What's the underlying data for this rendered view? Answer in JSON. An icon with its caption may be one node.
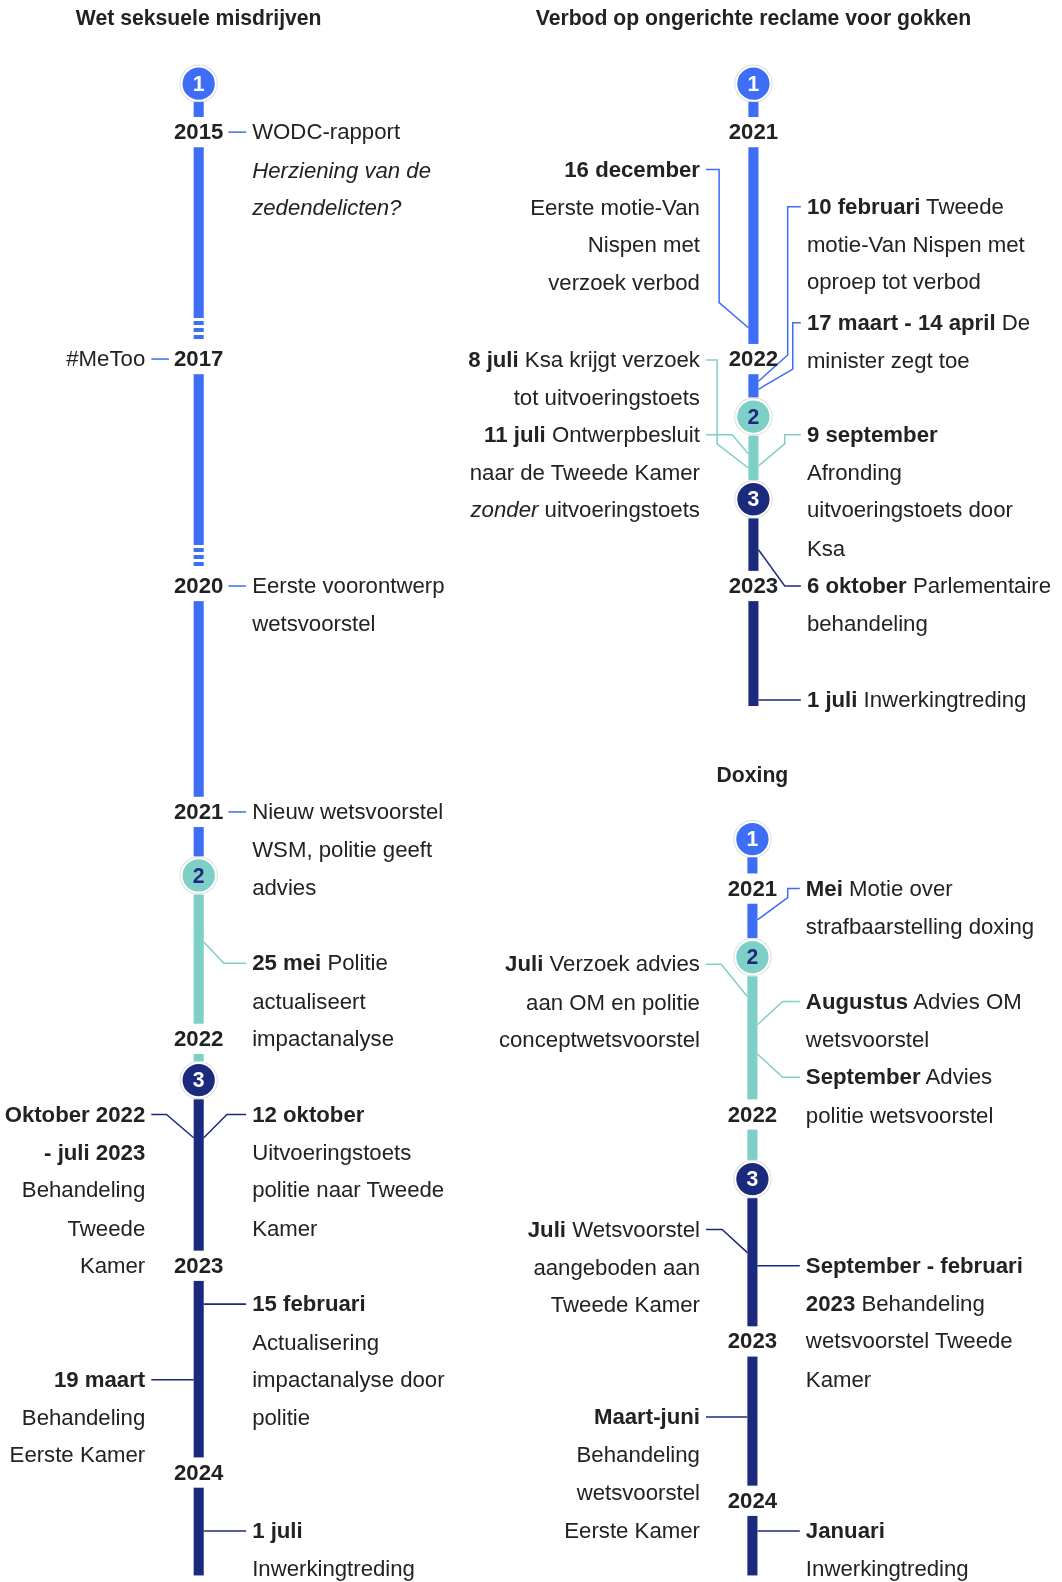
{
  "diagram": {
    "nodes": [
      {
        "text": [
          "1"
        ]
      },
      {
        "text": [
          "WODC-rapport *Herziening van de zedendelicten?*"
        ]
      },
      {
        "text": [
          "#MeToo"
        ]
      },
      {
        "text": [
          "Eerste voorontwerp wetsvoorstel"
        ]
      },
      {
        "text": [
          "Nieuw wetsvoorstel WSM, politie geeft advies"
        ]
      },
      {
        "text": [
          "2"
        ]
      },
      {
        "text": [
          "**25 mei** Politie actualiseert impactanalyse"
        ]
      },
      {
        "text": [
          "3"
        ]
      },
      {
        "text": [
          "**Oktober 2022 - juli 2023** Behandeling Tweede Kamer"
        ]
      },
      {
        "text": [
          "**12 oktober** Uitvoeringstoets politie naar Tweede Kamer"
        ]
      },
      {
        "text": [
          "**15 februari** Actualisering impactanalyse door politie"
        ]
      },
      {
        "text": [
          "**19 maart** Behandeling Eerste Kamer"
        ]
      },
      {
        "text": [
          "**1 juli** Inwerkingtreding"
        ]
      },
      {
        "text": [
          "1"
        ]
      },
      {
        "text": [
          "**16 december** Eerste motie-Van Nispen met verzoek verbod"
        ]
      },
      {
        "text": [
          "**10 februari** Tweede motie-Van Nispen met oproep tot verbod"
        ]
      },
      {
        "text": [
          "**17 maart - 14 april** De minister zegt toe"
        ]
      },
      {
        "text": [
          "**8 juli** Ksa krijgt verzoek tot uitvoeringstoets"
        ]
      },
      {
        "text": [
          "2"
        ]
      },
      {
        "text": [
          "**11 juli** Ontwerpbesluit naar de Tweede Kamer *zonder* uitvoeringstoets"
        ]
      },
      {
        "text": [
          "**9 september** Afronding uitvoeringstoets door Ksa"
        ]
      },
      {
        "text": [
          "3"
        ]
      },
      {
        "text": [
          "**6 oktober** Parlementaire behandeling"
        ]
      },
      {
        "text": [
          "**1 juli** Inwerkingtreding"
        ]
      },
      {
        "text": [
          "1"
        ]
      },
      {
        "text": [
          "**Mei** Motie over strafbaarstelling doxing"
        ]
      },
      {
        "text": [
          "2"
        ]
      },
      {
        "text": [
          "**Juli** Verzoek advies aan OM en politie conceptwetsvoorstel"
        ]
      },
      {
        "text": [
          "**Augustus** Advies OM wetsvoorstel"
        ]
      },
      {
        "text": [
          "**September** Advies politie wetsvoorstel"
        ]
      },
      {
        "text": [
          "3"
        ]
      },
      {
        "text": [
          "**Juli** Wetsvoorstel aangeboden aan Tweede Kamer"
        ]
      },
      {
        "text": [
          "**September - februari 2023** Behandeling wetsvoorstel Tweede Kamer"
        ]
      },
      {
        "text": [
          "**Maart-juni** Behandeling wetsvoorstel Eerste Kamer"
        ]
      },
      {
        "text": [
          "**Januari** Inwerkingtreding"
        ]
      },
      {
        "text": [
          "2015"
        ]
      },
      {
        "text": [
          "2017"
        ]
      },
      {
        "text": [
          "2020"
        ]
      },
      {
        "text": [
          "2021"
        ]
      },
      {
        "text": [
          "2021"
        ]
      },
      {
        "text": [
          "2022"
        ]
      },
      {
        "text": [
          "2023"
        ]
      },
      {
        "text": [
          "2022"
        ]
      },
      {
        "text": [
          "2023"
        ]
      },
      {
        "text": [
          "2024"
        ]
      },
      {
        "text": [
          "2021"
        ]
      },
      {
        "text": [
          "2022"
        ]
      },
      {
        "text": [
          "2023"
        ]
      },
      {
        "text": [
          "2024"
        ]
      },
      {
        "text": [],
        "shape": "bar"
      },
      {
        "text": [],
        "shape": "bar"
      },
      {
        "text": [],
        "shape": "bar"
      },
      {
        "text": [],
        "shape": "bar"
      },
      {
        "text": [],
        "shape": "bar"
      },
      {
        "text": [],
        "shape": "bar"
      },
      {
        "text": [],
        "shape": "bar"
      },
      {
        "text": [],
        "shape": "bar"
      },
      {
        "text": [],
        "shape": "bar"
      },
      {
        "text": [],
        "shape": "bar"
      },
      {
        "text": [],
        "shape": "bar"
      },
      {
        "text": [],
        "shape": "bar"
      },
      {
        "text": [],
        "shape": "bar"
      },
      {
        "text": [],
        "shape": "bar"
      },
      {
        "text": [],
        "shape": "bar"
      },
      {
        "text": [],
        "shape": "bar"
      },
      {
        "text": [],
        "shape": "bar"
      },
      {
        "text": [],
        "shape": "bar"
      },
      {
        "text": [],
        "shape": "bar"
      },
      {
        "text": [],
        "shape": "bar"
      },
      {
        "text": [],
        "shape": "bar"
      },
      {
        "text": [],
        "shape": "bar"
      },
      {
        "text": [],
        "shape": "bar"
      }
    ],
    "edges": [
      {
        "from": 1,
        "to": 35,
        "arrow": "none",
        "color": "#3d6ef5"
      },
      {
        "from": 2,
        "to": 36,
        "arrow": "none",
        "color": "#3d6ef5"
      },
      {
        "from": 3,
        "to": 37,
        "arrow": "none",
        "color": "#3d6ef5"
      },
      {
        "from": 4,
        "to": 38,
        "arrow": "none",
        "color": "#3d6ef5"
      },
      {
        "from": 6,
        "to": 54,
        "arrow": "none",
        "color": "#7ecfc6"
      },
      {
        "from": 8,
        "to": 56,
        "arrow": "none",
        "color": "#1c2a7e"
      },
      {
        "from": 9,
        "to": 56,
        "arrow": "none",
        "color": "#1c2a7e"
      },
      {
        "from": 10,
        "to": 57,
        "arrow": "none",
        "color": "#1c2a7e"
      },
      {
        "from": 11,
        "to": 57,
        "arrow": "none",
        "color": "#1c2a7e"
      },
      {
        "from": 12,
        "to": 58,
        "arrow": "none",
        "color": "#1c2a7e"
      },
      {
        "from": 14,
        "to": 60,
        "arrow": "none",
        "color": "#3d6ef5"
      },
      {
        "from": 15,
        "to": 61,
        "arrow": "none",
        "color": "#3d6ef5"
      },
      {
        "from": 16,
        "to": 61,
        "arrow": "none",
        "color": "#3d6ef5"
      },
      {
        "from": 17,
        "to": 62,
        "arrow": "none",
        "color": "#7ecfc6"
      },
      {
        "from": 19,
        "to": 62,
        "arrow": "none",
        "color": "#7ecfc6"
      },
      {
        "from": 20,
        "to": 62,
        "arrow": "none",
        "color": "#7ecfc6"
      },
      {
        "from": 22,
        "to": 63,
        "arrow": "none",
        "color": "#1c2a7e"
      },
      {
        "from": 23,
        "to": 64,
        "arrow": "none",
        "color": "#1c2a7e"
      },
      {
        "from": 25,
        "to": 66,
        "arrow": "none",
        "color": "#3d6ef5"
      },
      {
        "from": 27,
        "to": 67,
        "arrow": "none",
        "color": "#7ecfc6"
      },
      {
        "from": 28,
        "to": 67,
        "arrow": "none",
        "color": "#7ecfc6"
      },
      {
        "from": 29,
        "to": 67,
        "arrow": "none",
        "color": "#7ecfc6"
      },
      {
        "from": 31,
        "to": 69,
        "arrow": "none",
        "color": "#1c2a7e"
      },
      {
        "from": 32,
        "to": 69,
        "arrow": "none",
        "color": "#1c2a7e"
      },
      {
        "from": 33,
        "to": 70,
        "arrow": "none",
        "color": "#1c2a7e"
      },
      {
        "from": 34,
        "to": 71,
        "arrow": "none",
        "color": "#1c2a7e"
      }
    ],
    "labels": [
      "Wet seksuele misdrijven",
      "Verbod op ongerichte reclame voor gokken",
      "Doxing"
    ]
  }
}
